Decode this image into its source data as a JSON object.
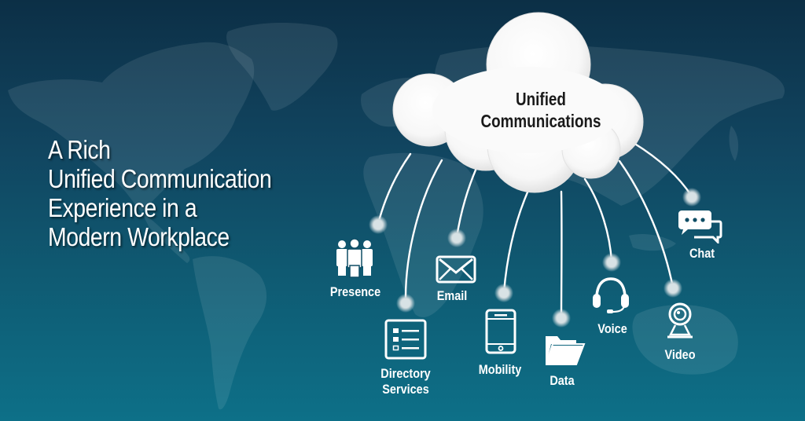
{
  "headline": {
    "lines": [
      "A Rich",
      "Unified Communication",
      "Experience in a",
      "Modern Workplace"
    ]
  },
  "cloud": {
    "title_line1": "Unified",
    "title_line2": "Communications"
  },
  "nodes": [
    {
      "id": "presence",
      "label": "Presence",
      "icon": "people-group-icon"
    },
    {
      "id": "directory",
      "label_line1": "Directory",
      "label_line2": "Services",
      "icon": "list-icon"
    },
    {
      "id": "email",
      "label": "Email",
      "icon": "envelope-icon"
    },
    {
      "id": "mobility",
      "label": "Mobility",
      "icon": "smartphone-icon"
    },
    {
      "id": "data",
      "label": "Data",
      "icon": "folder-icon"
    },
    {
      "id": "voice",
      "label": "Voice",
      "icon": "headset-icon"
    },
    {
      "id": "video",
      "label": "Video",
      "icon": "webcam-icon"
    },
    {
      "id": "chat",
      "label": "Chat",
      "icon": "chat-bubbles-icon"
    }
  ],
  "colors": {
    "background_top": "#0c2f46",
    "background_bottom": "#0d7088",
    "cloud": "#ffffff",
    "connector": "#ffffff",
    "text_light": "#ffffff",
    "text_dark": "#1a1a1a"
  }
}
